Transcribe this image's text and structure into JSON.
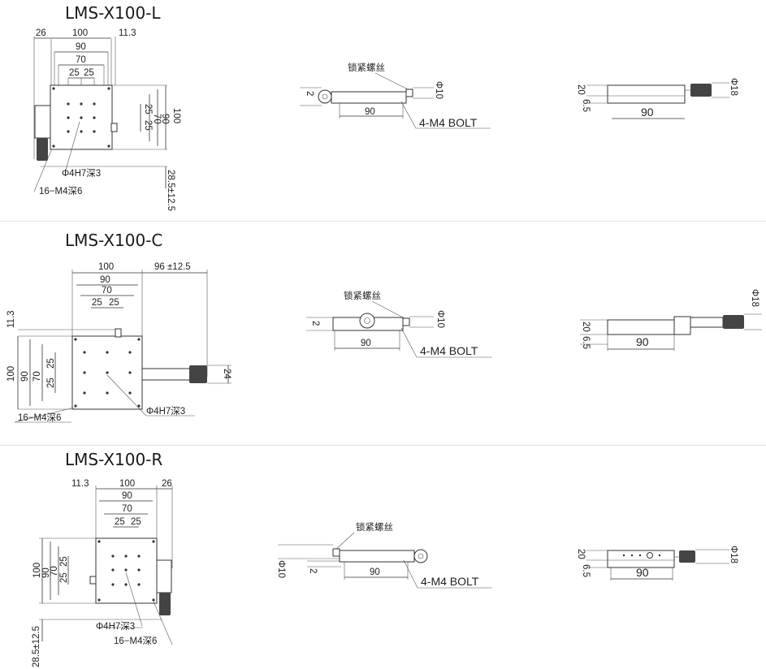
{
  "models": [
    {
      "id": "L",
      "title": "LMS-X100-L",
      "top": {
        "d26": "26",
        "d100": "100",
        "d11_3": "11.3",
        "d90": "90",
        "d70": "70",
        "d25a": "25",
        "d25b": "25",
        "v25a": "25",
        "v25b": "25",
        "v70": "70",
        "v90": "90",
        "v100": "100",
        "travel": "28.5±12.5",
        "pin": "Φ4H7深3",
        "tap": "16−M4深6"
      },
      "front": {
        "lock": "锁紧螺丝",
        "d2": "2",
        "dia10": "Φ10",
        "d90": "90",
        "bolt": "4-M4 BOLT"
      },
      "side": {
        "h20": "20",
        "h6_5": "6.5",
        "dia18": "Φ18",
        "d90": "90"
      }
    },
    {
      "id": "C",
      "title": "LMS-X100-C",
      "top": {
        "d100": "100",
        "travel": "96 ±12.5",
        "d90": "90",
        "d70": "70",
        "d25a": "25",
        "d25b": "25",
        "v11_3": "11.3",
        "v100": "100",
        "v90": "90",
        "v70": "70",
        "v25a": "25",
        "v25b": "25",
        "v24": "24",
        "tap": "16−M4深6",
        "pin": "Φ4H7深3"
      },
      "front": {
        "lock": "锁紧螺丝",
        "d2": "2",
        "dia10": "Φ10",
        "d90": "90",
        "bolt": "4-M4 BOLT"
      },
      "side": {
        "h20": "20",
        "h6_5": "6.5",
        "dia18": "Φ18",
        "d90": "90"
      }
    },
    {
      "id": "R",
      "title": "LMS-X100-R",
      "top": {
        "d11_3": "11.3",
        "d100": "100",
        "d26": "26",
        "d90": "90",
        "d70": "70",
        "d25a": "25",
        "d25b": "25",
        "v100": "100",
        "v90": "90",
        "v70": "70",
        "v25a": "25",
        "v25b": "25",
        "travel": "28.5±12.5",
        "pin": "Φ4H7深3",
        "tap": "16−M4深6"
      },
      "front": {
        "lock": "锁紧螺丝",
        "dia10": "Φ10",
        "d2": "2",
        "d90": "90",
        "bolt": "4-M4 BOLT"
      },
      "side": {
        "h20": "20",
        "h6_5": "6.5",
        "dia18": "Φ18",
        "d90": "90"
      }
    }
  ]
}
